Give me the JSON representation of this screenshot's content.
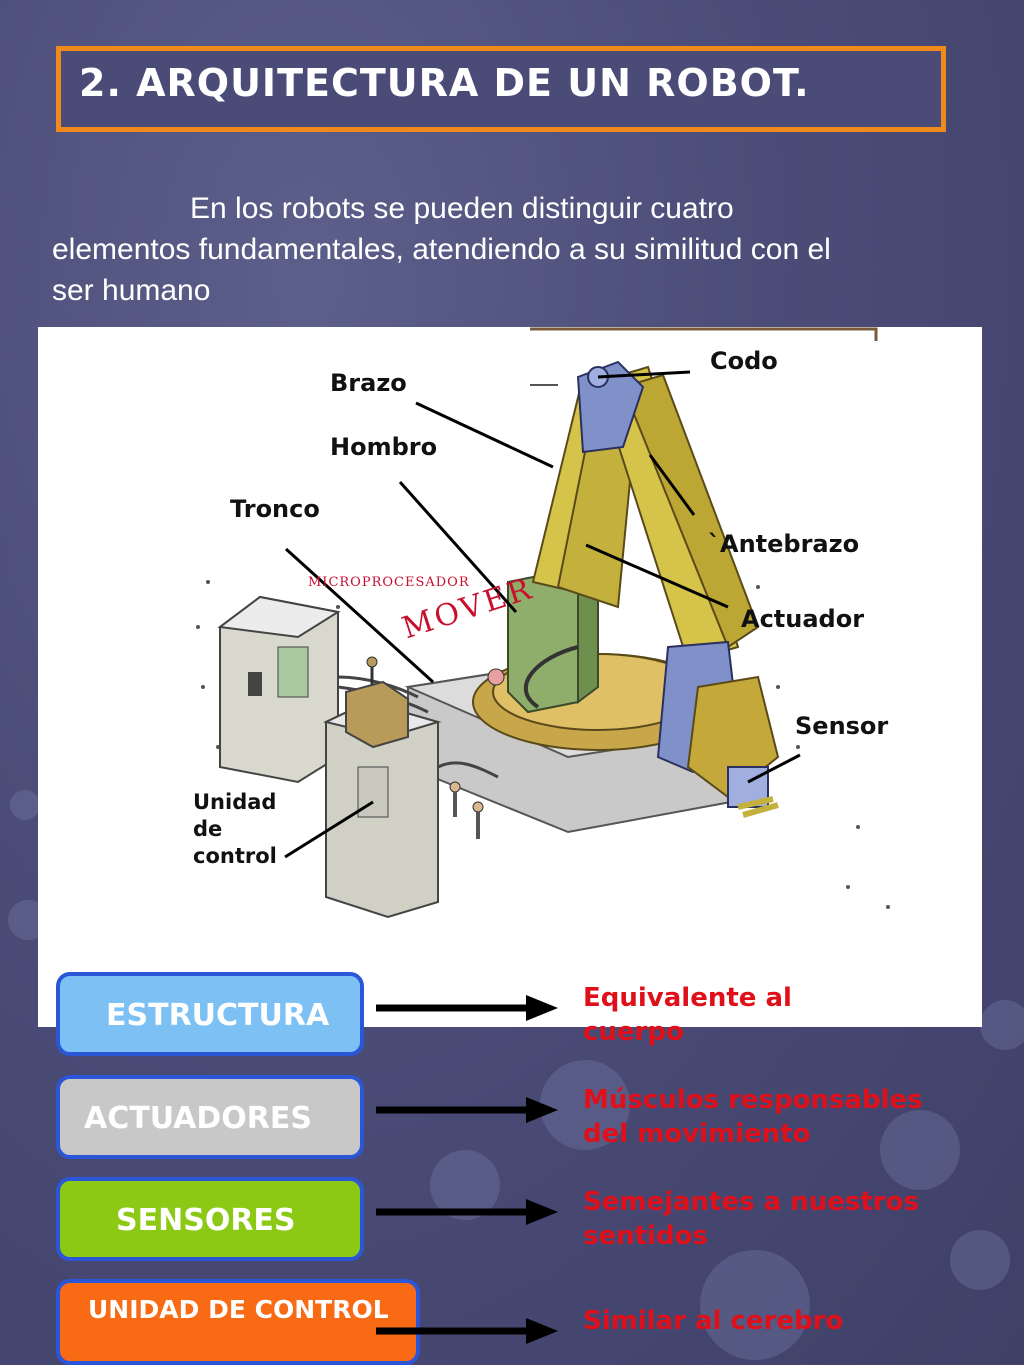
{
  "title": "2. ARQUITECTURA DE UN ROBOT.",
  "intro": {
    "line1": "En los robots se pueden distinguir cuatro",
    "line2": "elementos fundamentales, atendiendo a su similitud con el",
    "line3": "ser humano"
  },
  "diagram": {
    "labels": {
      "codo": "Codo",
      "brazo": "Brazo",
      "hombro": "Hombro",
      "tronco": "Tronco",
      "antebrazo": "`Antebrazo",
      "actuador": "Actuador",
      "sensor": "Sensor",
      "unidad_line1": "Unidad",
      "unidad_line2": "de",
      "unidad_line3": "control",
      "microprocesador": "MICROPROCESADOR",
      "mover": "MOVER"
    }
  },
  "elements": [
    {
      "name": "ESTRUCTURA",
      "color": "#7cc0f4",
      "desc_line1": "Equivalente al",
      "desc_line2": "cuerpo"
    },
    {
      "name": "ACTUADORES",
      "color": "#c8c8c8",
      "desc_line1": "Músculos responsables",
      "desc_line2": "del movimiento"
    },
    {
      "name": "SENSORES",
      "color": "#8bc914",
      "desc_line1": "Semejantes a nuestros",
      "desc_line2": "sentidos"
    },
    {
      "name": "UNIDAD DE CONTROL",
      "color": "#f86a14",
      "desc_line1": "Similar al cerebro",
      "desc_line2": ""
    }
  ]
}
